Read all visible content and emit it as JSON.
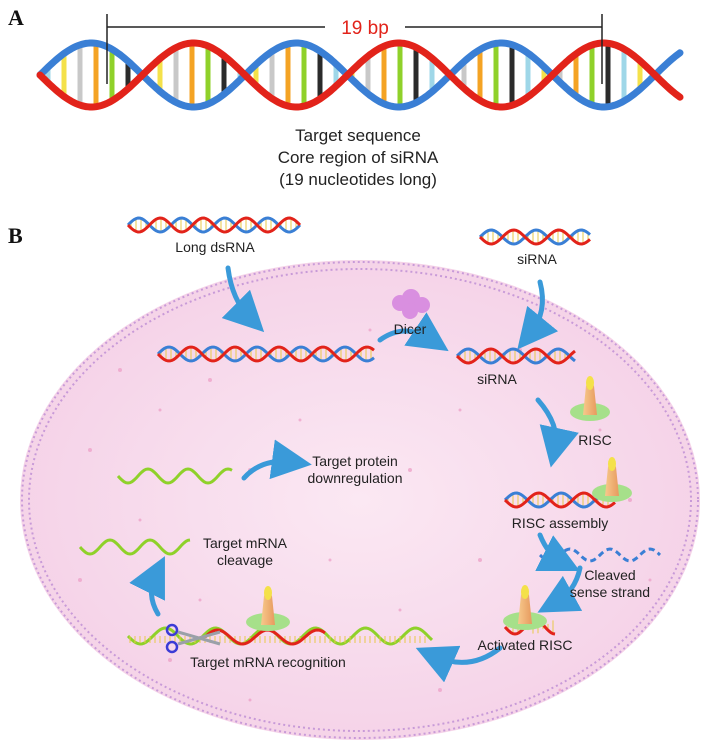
{
  "panel_a": {
    "letter": "A",
    "span_label": "19 bp",
    "caption": [
      "Target sequence",
      "Core region of siRNA",
      "(19 nucleotides long)"
    ]
  },
  "panel_b": {
    "letter": "B",
    "labels": {
      "long_dsrna": "Long dsRNA",
      "sirna_top": "siRNA",
      "dicer": "Dicer",
      "sirna_mid": "siRNA",
      "risc": "RISC",
      "risc_assembly": "RISC assembly",
      "cleaved_line1": "Cleaved",
      "cleaved_line2": "sense strand",
      "activated_risc": "Activated RISC",
      "recognition": "Target mRNA recognition",
      "cleavage_line1": "Target mRNA",
      "cleavage_line2": "cleavage",
      "downreg_line1": "Target protein",
      "downreg_line2": "downregulation"
    }
  },
  "colors": {
    "red_strand": "#e2231a",
    "blue_strand": "#3a7fd5",
    "green_mrna": "#8fd12a",
    "arrow": "#3a9ad9",
    "cell_fill": "#f6d6ea",
    "cell_border": "#c89ad8",
    "dicer": "#d98fe0",
    "risc_pad": "#a6e08a",
    "risc_cone": "#f0b27a"
  }
}
